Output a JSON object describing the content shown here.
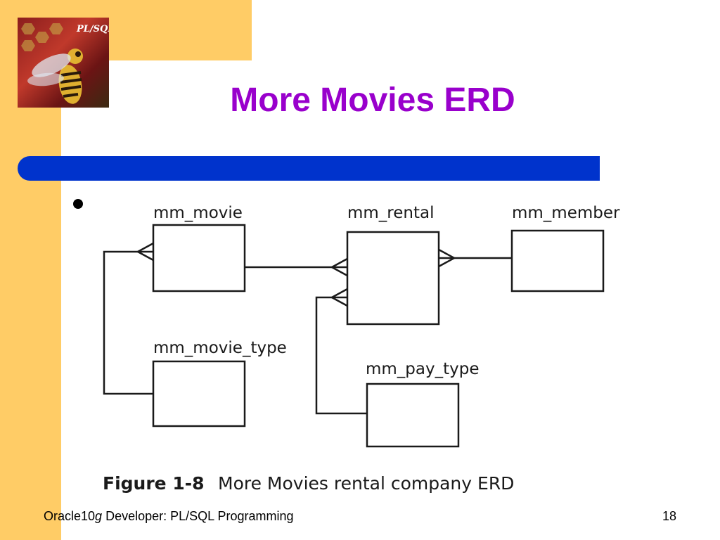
{
  "slide": {
    "title": "More Movies ERD",
    "footer": {
      "product_prefix": "Oracle10",
      "product_italic": "g",
      "product_suffix": " Developer: PL/SQL Programming",
      "page_number": "18"
    },
    "logo_text": "PL/SQL"
  },
  "colors": {
    "sidebar": "#ffcc66",
    "title": "#9900cc",
    "bar": "#0033cc"
  },
  "diagram": {
    "entities": {
      "movie": "mm_movie",
      "rental": "mm_rental",
      "member": "mm_member",
      "movie_type": "mm_movie_type",
      "pay_type": "mm_pay_type"
    },
    "caption_label": "Figure 1-8",
    "caption_text": "More Movies rental company ERD"
  }
}
